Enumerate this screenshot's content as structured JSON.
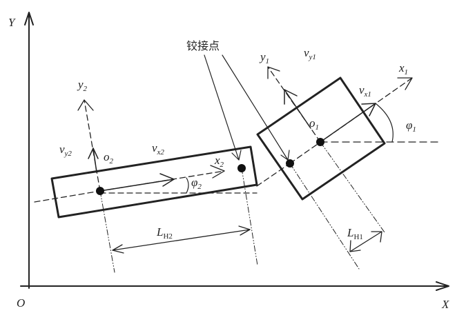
{
  "axes": {
    "y_label": "Y",
    "x_label": "X",
    "origin_label": "O"
  },
  "joint_label": "铰接点",
  "body1": {
    "x_axis": {
      "main": "x",
      "sub": "1"
    },
    "y_axis": {
      "main": "y",
      "sub": "1"
    },
    "vx": {
      "main": "v",
      "sub": "x1"
    },
    "vy": {
      "main": "v",
      "sub": "y1"
    },
    "origin": {
      "main": "o",
      "sub": "1"
    },
    "angle": {
      "main": "φ",
      "sub": "1"
    },
    "length": {
      "main": "L",
      "sub": "H1"
    }
  },
  "body2": {
    "x_axis": {
      "main": "x",
      "sub": "2"
    },
    "y_axis": {
      "main": "y",
      "sub": "2"
    },
    "vx": {
      "main": "v",
      "sub": "x2"
    },
    "vy": {
      "main": "v",
      "sub": "y2"
    },
    "origin": {
      "main": "o",
      "sub": "2"
    },
    "angle": {
      "main": "φ",
      "sub": "2"
    },
    "length": {
      "main": "L",
      "sub": "H2"
    }
  }
}
